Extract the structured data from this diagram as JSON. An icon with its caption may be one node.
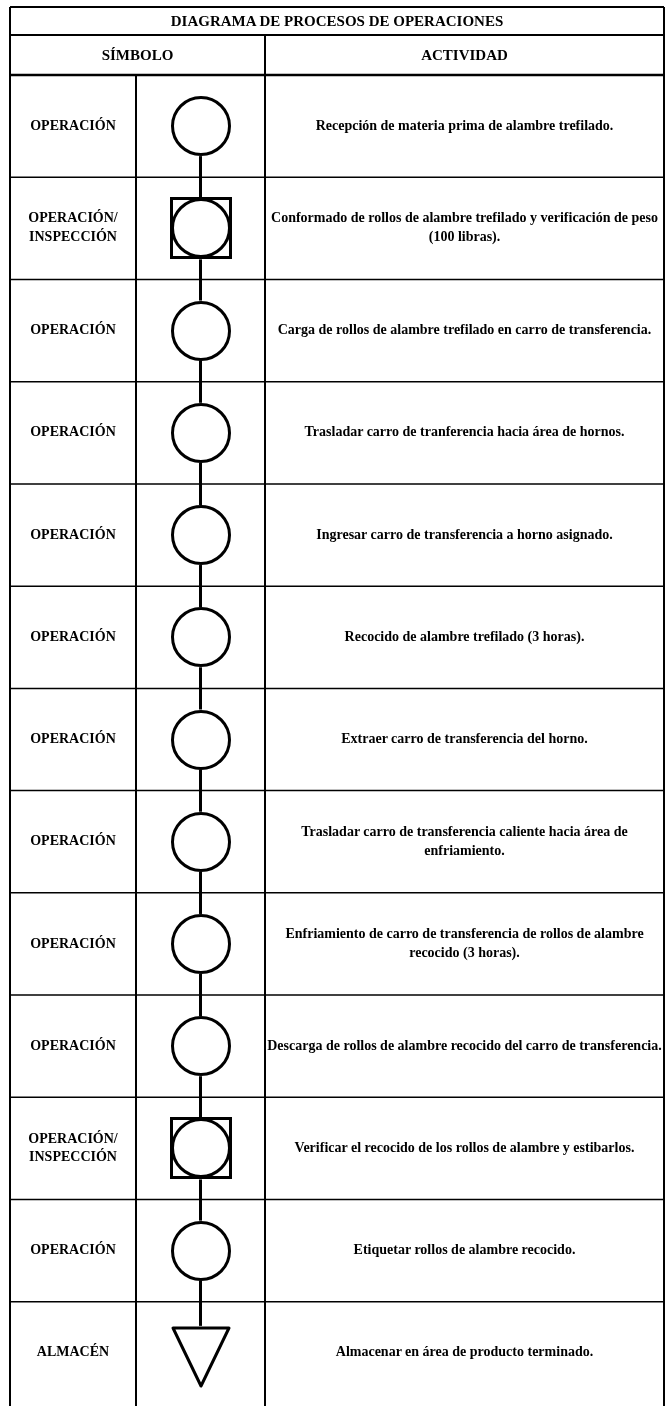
{
  "diagram": {
    "title": "DIAGRAMA DE PROCESOS DE OPERACIONES",
    "nodes": [
      {
        "text": [],
        "shape": "circle"
      },
      {
        "text": [],
        "shape": "box"
      },
      {
        "text": [],
        "shape": "circle"
      },
      {
        "text": [],
        "shape": "circle"
      },
      {
        "text": [],
        "shape": "circle"
      },
      {
        "text": [],
        "shape": "circle"
      },
      {
        "text": [],
        "shape": "circle"
      },
      {
        "text": [],
        "shape": "circle"
      },
      {
        "text": [],
        "shape": "circle"
      },
      {
        "text": [],
        "shape": "circle"
      },
      {
        "text": [],
        "shape": "box"
      },
      {
        "text": [],
        "shape": "circle"
      },
      {
        "text": [],
        "shape": "triangle"
      }
    ],
    "edges": [
      {
        "from": 0,
        "to": 1,
        "arrow": "none"
      },
      {
        "from": 1,
        "to": 2,
        "arrow": "none"
      },
      {
        "from": 2,
        "to": 3,
        "arrow": "none"
      },
      {
        "from": 3,
        "to": 4,
        "arrow": "none"
      },
      {
        "from": 4,
        "to": 5,
        "arrow": "none"
      },
      {
        "from": 5,
        "to": 6,
        "arrow": "none"
      },
      {
        "from": 6,
        "to": 7,
        "arrow": "none"
      },
      {
        "from": 7,
        "to": 8,
        "arrow": "none"
      },
      {
        "from": 8,
        "to": 9,
        "arrow": "none"
      },
      {
        "from": 9,
        "to": 10,
        "arrow": "none"
      },
      {
        "from": 10,
        "to": 11,
        "arrow": "none"
      },
      {
        "from": 11,
        "to": 12,
        "arrow": "none"
      }
    ],
    "labels": [
      "SÍMBOLO",
      "ACTIVIDAD",
      "OPERACIÓN",
      "Recepción de materia prima de alambre trefilado.",
      "OPERACIÓN/ INSPECCIÓN",
      "Conformado de rollos de alambre trefilado y verificación de peso (100 libras).",
      "OPERACIÓN",
      "Carga de rollos de alambre trefilado en carro de transferencia.",
      "OPERACIÓN",
      "Trasladar carro de tranferencia hacia área de hornos.",
      "OPERACIÓN",
      "Ingresar carro de transferencia a horno asignado.",
      "OPERACIÓN",
      "Recocido de alambre trefilado (3 horas).",
      "OPERACIÓN",
      "Extraer carro de transferencia del horno.",
      "OPERACIÓN",
      "Trasladar carro de transferencia caliente hacia área de enfriamiento.",
      "OPERACIÓN",
      "Enfriamiento de carro de transferencia de rollos de alambre recocido (3 horas).",
      "OPERACIÓN",
      "Descarga de rollos de alambre recocido del carro de transferencia.",
      "OPERACIÓN/ INSPECCIÓN",
      "Verificar el recocido de los rollos de alambre y estibarlos.",
      "OPERACIÓN",
      "Etiquetar rollos de alambre recocido.",
      "ALMACÉN",
      "Almacenar en área de producto terminado."
    ]
  }
}
